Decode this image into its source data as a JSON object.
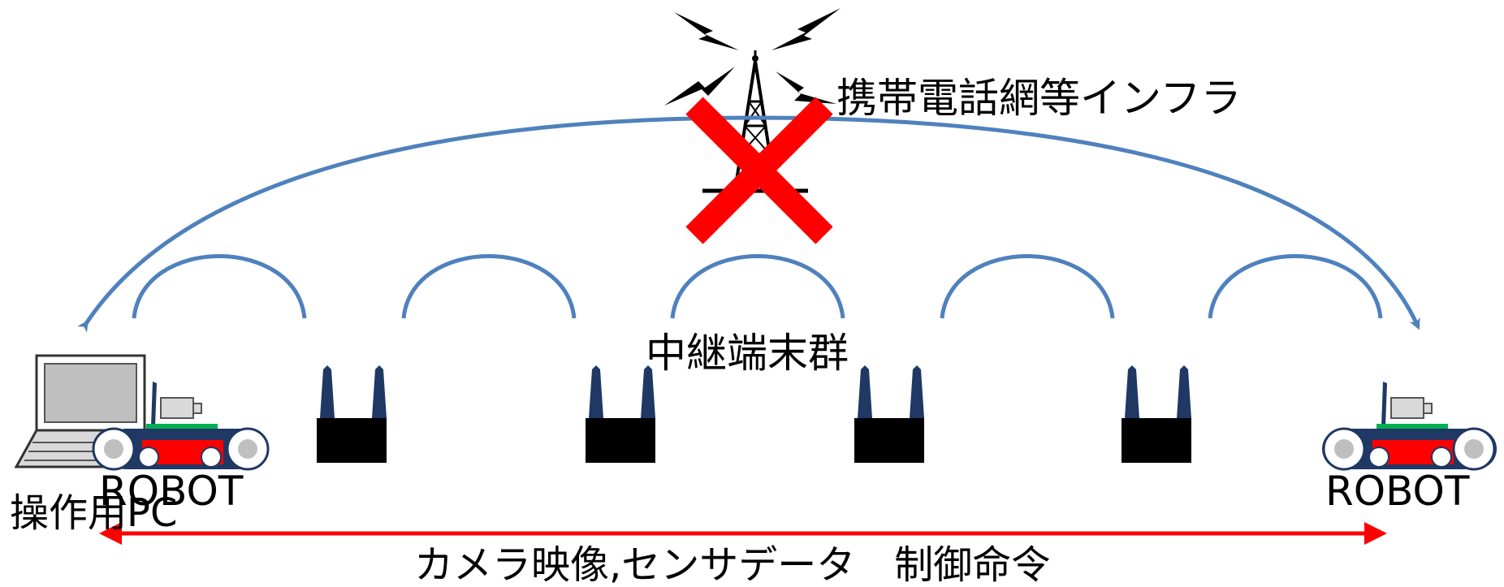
{
  "labels": {
    "infrastructure": "携帯電話網等インフラ",
    "relay_group": "中継端末群",
    "robot_left": "ROBOT",
    "robot_right": "ROBOT",
    "operator_pc": "操作用PC",
    "data_flow": "カメラ映像,センサデータ　制御命令"
  },
  "colors": {
    "arc": "#4f81bd",
    "link": "#ff0000",
    "cross": "#ff0000",
    "relay_body": "#000000",
    "antenna": "#1f3864"
  },
  "icons": {
    "tower": "cell-tower-icon",
    "cross": "unavailable-cross-icon",
    "laptop": "laptop-icon",
    "robot": "crawler-robot-icon",
    "relay": "relay-terminal-icon"
  }
}
